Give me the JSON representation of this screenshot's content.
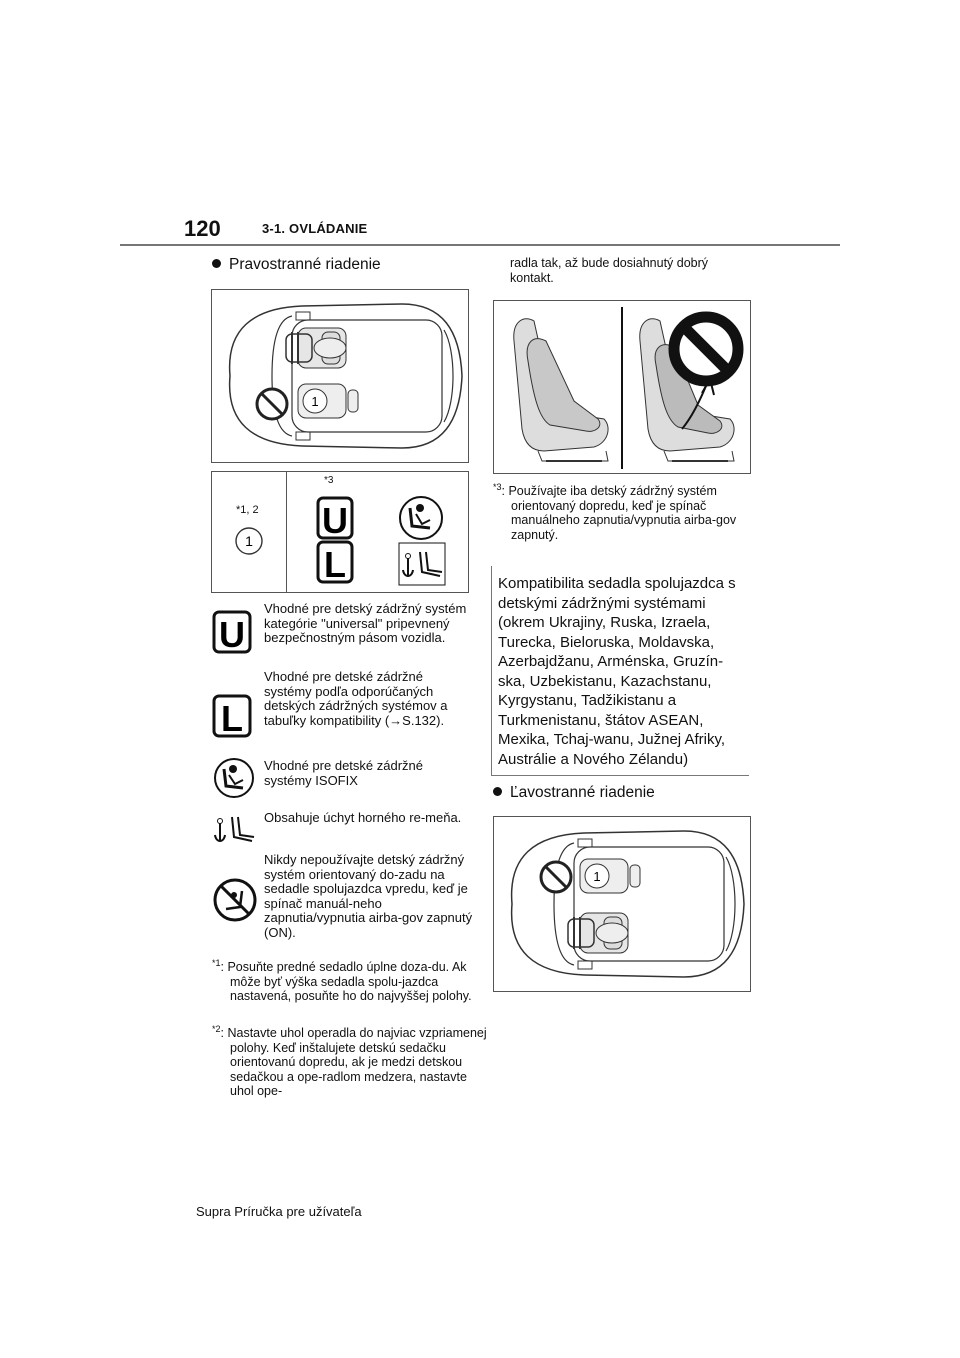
{
  "header": {
    "page_number": "120",
    "section": "3-1. OVLÁDANIE"
  },
  "left": {
    "heading": "Pravostranné riadenie",
    "grid": {
      "left_ref": "*1, 2",
      "right_ref": "*3",
      "num": "1",
      "u": "U",
      "l": "L"
    },
    "legend": [
      {
        "icon": "universal-u-icon",
        "text": "Vhodné pre detský zádržný systém kategórie \"universal\" pripevnený bezpečnostným pásom vozidla."
      },
      {
        "icon": "l-category-icon",
        "text": "Vhodné pre detské zádržné systémy podľa odporúčaných detských zádržných systémov a tabuľky kompatibility (→S.132)."
      },
      {
        "icon": "isofix-seat-icon",
        "text": "Vhodné pre detské zádržné systémy ISOFIX"
      },
      {
        "icon": "top-tether-anchor-icon",
        "text": "Obsahuje úchyt horného re-meňa."
      },
      {
        "icon": "no-rear-facing-icon",
        "text": "Nikdy nepoužívajte detský zádržný systém orientovaný do-zadu na sedadle spolujazdca vpredu, keď je spínač manuál-neho zapnutia/vypnutia airba-gov zapnutý (ON)."
      }
    ],
    "notes": [
      {
        "mark": "*1",
        "text": ": Posuňte predné sedadlo úplne doza-du. Ak môže byť výška sedadla spolu-jazdca nastavená, posuňte ho do najvyššej polohy."
      },
      {
        "mark": "*2",
        "text": ": Nastavte uhol operadla do najviac vzpriamenej polohy. Keď inštalujete detskú sedačku orientovanú dopredu, ak je medzi detskou sedačkou a ope-radlom medzera, nastavte uhol ope-"
      }
    ]
  },
  "right": {
    "cont_text": "radla tak, až bude dosiahnutý dobrý kontakt.",
    "note3": {
      "mark": "*3",
      "text": ": Používajte iba detský zádržný systém orientovaný dopredu, keď je spínač manuálneho zapnutia/vypnutia airba-gov zapnutý."
    },
    "compat": "Kompatibilita sedadla spolujazdca s detskými zádržnými systémami (okrem Ukrajiny, Ruska, Izraela, Turecka, Bieloruska, Moldavska, Azerbajdžanu, Arménska, Gruzín-ska, Uzbekistanu, Kazachstanu, Kyrgystanu, Tadžikistanu a Turkmenistanu, štátov ASEAN, Mexika, Tchaj-wanu, Južnej Afriky, Austrálie a Nového Zélandu)",
    "heading2": "Ľavostranné riadenie",
    "car_num": "1"
  },
  "footer": "Supra Príručka pre užívateľa"
}
